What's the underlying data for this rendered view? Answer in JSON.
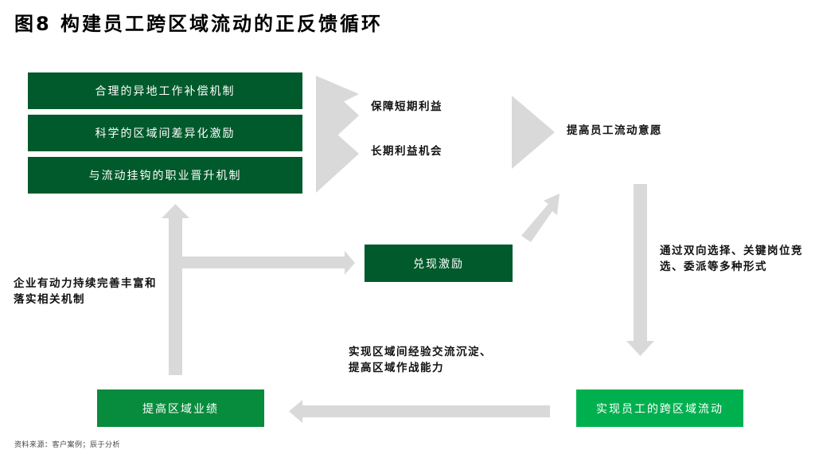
{
  "title": "图8  构建员工跨区域流动的正反馈循环",
  "mechanisms": [
    "合理的异地工作补偿机制",
    "科学的区域间差异化激励",
    "与流动挂钩的职业晋升机制"
  ],
  "benefits": {
    "short_term": "保障短期利益",
    "long_term": "长期利益机会"
  },
  "willingness": "提高员工流动意愿",
  "methods": "通过双向选择、关键岗位竞选、委派等多种形式",
  "realize_incentive": "兑现激励",
  "enterprise_motivation": "企业有动力持续完善丰富和落实相关机制",
  "experience": "实现区域间经验交流沉淀、提高区域作战能力",
  "improve_performance": "提高区域业绩",
  "realize_mobility": "实现员工的跨区域流动",
  "source": "资料来源：客户案例；辰于分析",
  "colors": {
    "dark_green": "#005a2b",
    "mid_green": "#078b3c",
    "bright_green": "#00b04f",
    "arrow_gray": "#d9d9d9"
  }
}
